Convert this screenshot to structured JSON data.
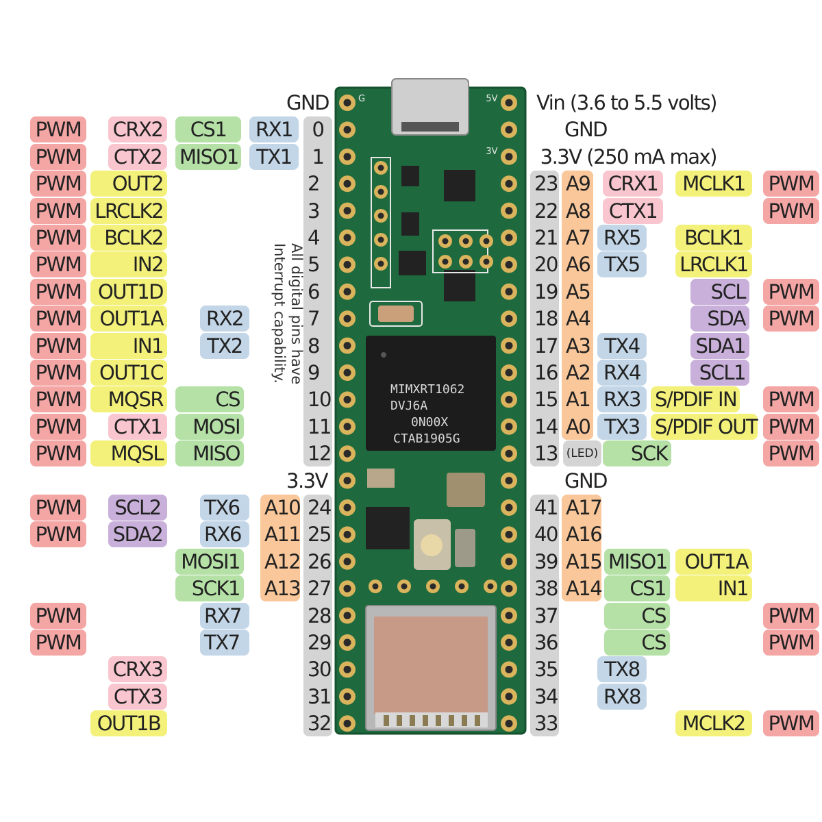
{
  "colors": {
    "pwm": "#f4a6a5",
    "can": "#f9c6cf",
    "spi": "#b5e1a7",
    "serial": "#c3d6e8",
    "i2s": "#f3f17a",
    "i2c": "#c9b0da",
    "analog": "#f9c79a",
    "pin": "#d4d4d4",
    "board": "#1e6a3e",
    "pad": "#d9b45c"
  },
  "note": {
    "line1": "All digital pins have",
    "line2": "Interrupt capability."
  },
  "left_labels": [
    {
      "text": "GND",
      "c": "",
      "x": "",
      "y": ""
    },
    {
      "text": "0",
      "c": "pin"
    },
    {
      "text": "RX1",
      "c": "serial"
    },
    {
      "text": "CS1",
      "c": "spi"
    },
    {
      "text": "CRX2",
      "c": "can"
    },
    {
      "text": "PWM",
      "c": "pwm"
    },
    {
      "text": "1",
      "c": "pin"
    },
    {
      "text": "TX1",
      "c": "serial"
    },
    {
      "text": "MISO1",
      "c": "spi"
    },
    {
      "text": "CTX2",
      "c": "can"
    },
    {
      "text": "PWM",
      "c": "pwm"
    },
    {
      "text": "2",
      "c": "pin"
    },
    {
      "text": "OUT2",
      "c": "i2s"
    },
    {
      "text": "PWM",
      "c": "pwm"
    },
    {
      "text": "3",
      "c": "pin"
    },
    {
      "text": "LRCLK2",
      "c": "i2s"
    },
    {
      "text": "PWM",
      "c": "pwm"
    },
    {
      "text": "4",
      "c": "pin"
    },
    {
      "text": "BCLK2",
      "c": "i2s"
    },
    {
      "text": "PWM",
      "c": "pwm"
    },
    {
      "text": "5",
      "c": "pin"
    },
    {
      "text": "IN2",
      "c": "i2s"
    },
    {
      "text": "PWM",
      "c": "pwm"
    },
    {
      "text": "6",
      "c": "pin"
    },
    {
      "text": "OUT1D",
      "c": "i2s"
    },
    {
      "text": "PWM",
      "c": "pwm"
    },
    {
      "text": "7",
      "c": "pin"
    },
    {
      "text": "RX2",
      "c": "serial"
    },
    {
      "text": "OUT1A",
      "c": "i2s"
    },
    {
      "text": "PWM",
      "c": "pwm"
    },
    {
      "text": "8",
      "c": "pin"
    },
    {
      "text": "TX2",
      "c": "serial"
    },
    {
      "text": "IN1",
      "c": "i2s"
    },
    {
      "text": "PWM",
      "c": "pwm"
    },
    {
      "text": "9",
      "c": "pin"
    },
    {
      "text": "OUT1C",
      "c": "i2s"
    },
    {
      "text": "PWM",
      "c": "pwm"
    },
    {
      "text": "10",
      "c": "pin"
    },
    {
      "text": "CS",
      "c": "spi"
    },
    {
      "text": "MQSR",
      "c": "i2s"
    },
    {
      "text": "PWM",
      "c": "pwm"
    },
    {
      "text": "11",
      "c": "pin"
    },
    {
      "text": "MOSI",
      "c": "spi"
    },
    {
      "text": "CTX1",
      "c": "can"
    },
    {
      "text": "PWM",
      "c": "pwm"
    },
    {
      "text": "12",
      "c": "pin"
    },
    {
      "text": "MISO",
      "c": "spi"
    },
    {
      "text": "MQSL",
      "c": "i2s"
    },
    {
      "text": "PWM",
      "c": "pwm"
    },
    {
      "text": "3.3V",
      "c": ""
    },
    {
      "text": "24",
      "c": "pin"
    },
    {
      "text": "A10",
      "c": "analog"
    },
    {
      "text": "TX6",
      "c": "serial"
    },
    {
      "text": "SCL2",
      "c": "i2c"
    },
    {
      "text": "PWM",
      "c": "pwm"
    },
    {
      "text": "25",
      "c": "pin"
    },
    {
      "text": "A11",
      "c": "analog"
    },
    {
      "text": "RX6",
      "c": "serial"
    },
    {
      "text": "SDA2",
      "c": "i2c"
    },
    {
      "text": "PWM",
      "c": "pwm"
    },
    {
      "text": "26",
      "c": "pin"
    },
    {
      "text": "A12",
      "c": "analog"
    },
    {
      "text": "MOSI1",
      "c": "spi"
    },
    {
      "text": "27",
      "c": "pin"
    },
    {
      "text": "A13",
      "c": "analog"
    },
    {
      "text": "SCK1",
      "c": "spi"
    },
    {
      "text": "28",
      "c": "pin"
    },
    {
      "text": "RX7",
      "c": "serial"
    },
    {
      "text": "PWM",
      "c": "pwm"
    },
    {
      "text": "29",
      "c": "pin"
    },
    {
      "text": "TX7",
      "c": "serial"
    },
    {
      "text": "PWM",
      "c": "pwm"
    },
    {
      "text": "30",
      "c": "pin"
    },
    {
      "text": "CRX3",
      "c": "can"
    },
    {
      "text": "31",
      "c": "pin"
    },
    {
      "text": "CTX3",
      "c": "can"
    },
    {
      "text": "32",
      "c": "pin"
    },
    {
      "text": "OUT1B",
      "c": "i2s"
    }
  ],
  "right_labels": [
    {
      "text": "Vin  (3.6 to 5.5 volts)",
      "c": ""
    },
    {
      "text": "GND",
      "c": ""
    },
    {
      "text": "3.3V (250 mA max)",
      "c": ""
    },
    {
      "text": "23",
      "c": "pin"
    },
    {
      "text": "A9",
      "c": "analog"
    },
    {
      "text": "CRX1",
      "c": "can"
    },
    {
      "text": "MCLK1",
      "c": "i2s"
    },
    {
      "text": "PWM",
      "c": "pwm"
    },
    {
      "text": "22",
      "c": "pin"
    },
    {
      "text": "A8",
      "c": "analog"
    },
    {
      "text": "CTX1",
      "c": "can"
    },
    {
      "text": "PWM",
      "c": "pwm"
    },
    {
      "text": "21",
      "c": "pin"
    },
    {
      "text": "A7",
      "c": "analog"
    },
    {
      "text": "RX5",
      "c": "serial"
    },
    {
      "text": "BCLK1",
      "c": "i2s"
    },
    {
      "text": "20",
      "c": "pin"
    },
    {
      "text": "A6",
      "c": "analog"
    },
    {
      "text": "TX5",
      "c": "serial"
    },
    {
      "text": "LRCLK1",
      "c": "i2s"
    },
    {
      "text": "19",
      "c": "pin"
    },
    {
      "text": "A5",
      "c": "analog"
    },
    {
      "text": "SCL",
      "c": "i2c"
    },
    {
      "text": "PWM",
      "c": "pwm"
    },
    {
      "text": "18",
      "c": "pin"
    },
    {
      "text": "A4",
      "c": "analog"
    },
    {
      "text": "SDA",
      "c": "i2c"
    },
    {
      "text": "PWM",
      "c": "pwm"
    },
    {
      "text": "17",
      "c": "pin"
    },
    {
      "text": "A3",
      "c": "analog"
    },
    {
      "text": "TX4",
      "c": "serial"
    },
    {
      "text": "SDA1",
      "c": "i2c"
    },
    {
      "text": "16",
      "c": "pin"
    },
    {
      "text": "A2",
      "c": "analog"
    },
    {
      "text": "RX4",
      "c": "serial"
    },
    {
      "text": "SCL1",
      "c": "i2c"
    },
    {
      "text": "15",
      "c": "pin"
    },
    {
      "text": "A1",
      "c": "analog"
    },
    {
      "text": "RX3",
      "c": "serial"
    },
    {
      "text": "S/PDIF IN",
      "c": "i2s"
    },
    {
      "text": "PWM",
      "c": "pwm"
    },
    {
      "text": "14",
      "c": "pin"
    },
    {
      "text": "A0",
      "c": "analog"
    },
    {
      "text": "TX3",
      "c": "serial"
    },
    {
      "text": "S/PDIF OUT",
      "c": "i2s"
    },
    {
      "text": "PWM",
      "c": "pwm"
    },
    {
      "text": "13",
      "c": "pin"
    },
    {
      "text": "(LED)",
      "c": "pin"
    },
    {
      "text": "SCK",
      "c": "spi"
    },
    {
      "text": "PWM",
      "c": "pwm"
    },
    {
      "text": "GND",
      "c": ""
    },
    {
      "text": "41",
      "c": "pin"
    },
    {
      "text": "A17",
      "c": "analog"
    },
    {
      "text": "40",
      "c": "pin"
    },
    {
      "text": "A16",
      "c": "analog"
    },
    {
      "text": "39",
      "c": "pin"
    },
    {
      "text": "A15",
      "c": "analog"
    },
    {
      "text": "MISO1",
      "c": "spi"
    },
    {
      "text": "OUT1A",
      "c": "i2s"
    },
    {
      "text": "38",
      "c": "pin"
    },
    {
      "text": "A14",
      "c": "analog"
    },
    {
      "text": "CS1",
      "c": "spi"
    },
    {
      "text": "IN1",
      "c": "i2s"
    },
    {
      "text": "37",
      "c": "pin"
    },
    {
      "text": "CS",
      "c": "spi"
    },
    {
      "text": "PWM",
      "c": "pwm"
    },
    {
      "text": "36",
      "c": "pin"
    },
    {
      "text": "CS",
      "c": "spi"
    },
    {
      "text": "PWM",
      "c": "pwm"
    },
    {
      "text": "35",
      "c": "pin"
    },
    {
      "text": "TX8",
      "c": "serial"
    },
    {
      "text": "34",
      "c": "pin"
    },
    {
      "text": "RX8",
      "c": "serial"
    },
    {
      "text": "33",
      "c": "pin"
    },
    {
      "text": "MCLK2",
      "c": "i2s"
    },
    {
      "text": "PWM",
      "c": "pwm"
    }
  ],
  "chip": {
    "line1": "MIMXRT1062",
    "line2": "DVJ6A",
    "line3": "0N00X",
    "line4": "CTAB1905G"
  },
  "silk": {
    "g": "G",
    "v5": "5V",
    "v3": "3V"
  }
}
